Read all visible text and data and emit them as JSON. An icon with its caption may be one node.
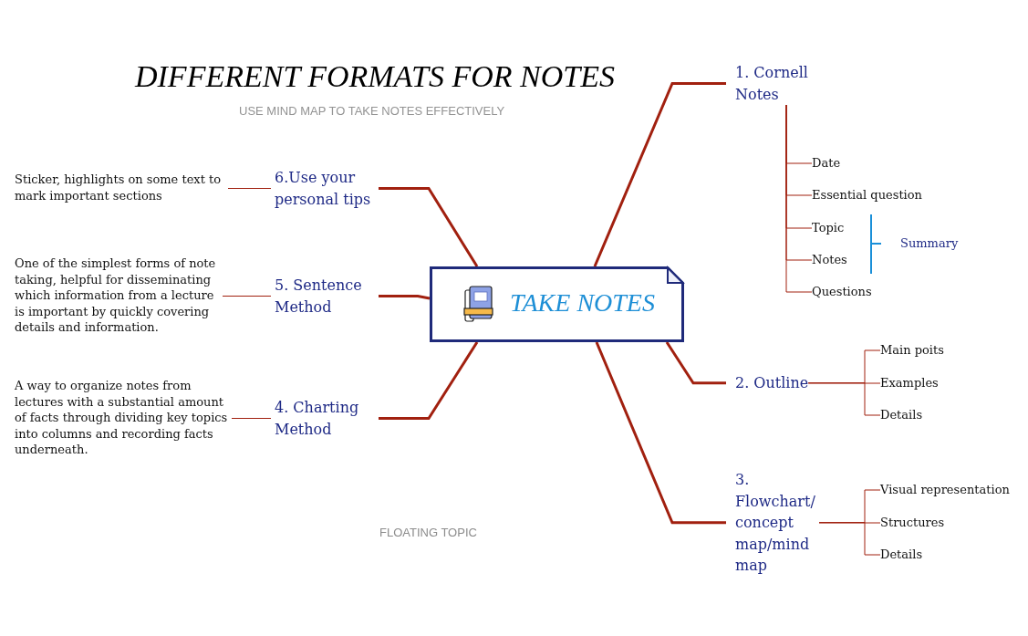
{
  "diagram": {
    "title": "DIFFERENT FORMATS FOR NOTES",
    "nodes": [
      {
        "text": [
          "TAKE NOTES"
        ]
      },
      {
        "text": [
          "1. Cornell Notes"
        ]
      },
      {
        "text": [
          "Date"
        ]
      },
      {
        "text": [
          "Essential question"
        ]
      },
      {
        "text": [
          "Topic"
        ]
      },
      {
        "text": [
          "Notes"
        ]
      },
      {
        "text": [
          "Questions"
        ]
      },
      {
        "text": [
          "2. Outline"
        ]
      },
      {
        "text": [
          "Main poits"
        ]
      },
      {
        "text": [
          "Examples"
        ]
      },
      {
        "text": [
          "Details"
        ]
      },
      {
        "text": [
          "3. Flowchart/ concept map/mind map"
        ]
      },
      {
        "text": [
          "Visual representation"
        ]
      },
      {
        "text": [
          "Structures"
        ]
      },
      {
        "text": [
          "Details"
        ]
      },
      {
        "text": [
          "4. Charting Method"
        ]
      },
      {
        "text": [
          "A way to organize notes from lectures with a substantial amount of facts through dividing key topics into columns and recording facts underneath."
        ]
      },
      {
        "text": [
          "5. Sentence Method"
        ]
      },
      {
        "text": [
          "One of the simplest forms of note taking, helpful for disseminating which information from a lecture is important by quickly covering details and information."
        ]
      },
      {
        "text": [
          "6.Use your personal tips"
        ]
      },
      {
        "text": [
          "Sticker, highlights on some text to mark important sections"
        ]
      }
    ],
    "edges": [
      {
        "from": 0,
        "to": 1,
        "arrow": "none",
        "style": "thick"
      },
      {
        "from": 1,
        "to": 2,
        "arrow": "none"
      },
      {
        "from": 1,
        "to": 3,
        "arrow": "none"
      },
      {
        "from": 1,
        "to": 4,
        "arrow": "none"
      },
      {
        "from": 1,
        "to": 5,
        "arrow": "none"
      },
      {
        "from": 1,
        "to": 6,
        "arrow": "none"
      },
      {
        "from": 0,
        "to": 7,
        "arrow": "none",
        "style": "thick"
      },
      {
        "from": 7,
        "to": 8,
        "arrow": "none"
      },
      {
        "from": 7,
        "to": 9,
        "arrow": "none"
      },
      {
        "from": 7,
        "to": 10,
        "arrow": "none"
      },
      {
        "from": 0,
        "to": 11,
        "arrow": "none",
        "style": "thick"
      },
      {
        "from": 11,
        "to": 12,
        "arrow": "none"
      },
      {
        "from": 11,
        "to": 13,
        "arrow": "none"
      },
      {
        "from": 11,
        "to": 14,
        "arrow": "none"
      },
      {
        "from": 0,
        "to": 15,
        "arrow": "none",
        "style": "thick"
      },
      {
        "from": 15,
        "to": 16,
        "arrow": "none"
      },
      {
        "from": 0,
        "to": 17,
        "arrow": "none",
        "style": "thick"
      },
      {
        "from": 17,
        "to": 18,
        "arrow": "none"
      },
      {
        "from": 0,
        "to": 19,
        "arrow": "none",
        "style": "thick"
      },
      {
        "from": 19,
        "to": 20,
        "arrow": "none"
      }
    ],
    "labels": [
      "USE MIND MAP TO TAKE NOTES EFFECTIVELY",
      "Summary",
      "FLOATING TOPIC"
    ]
  }
}
